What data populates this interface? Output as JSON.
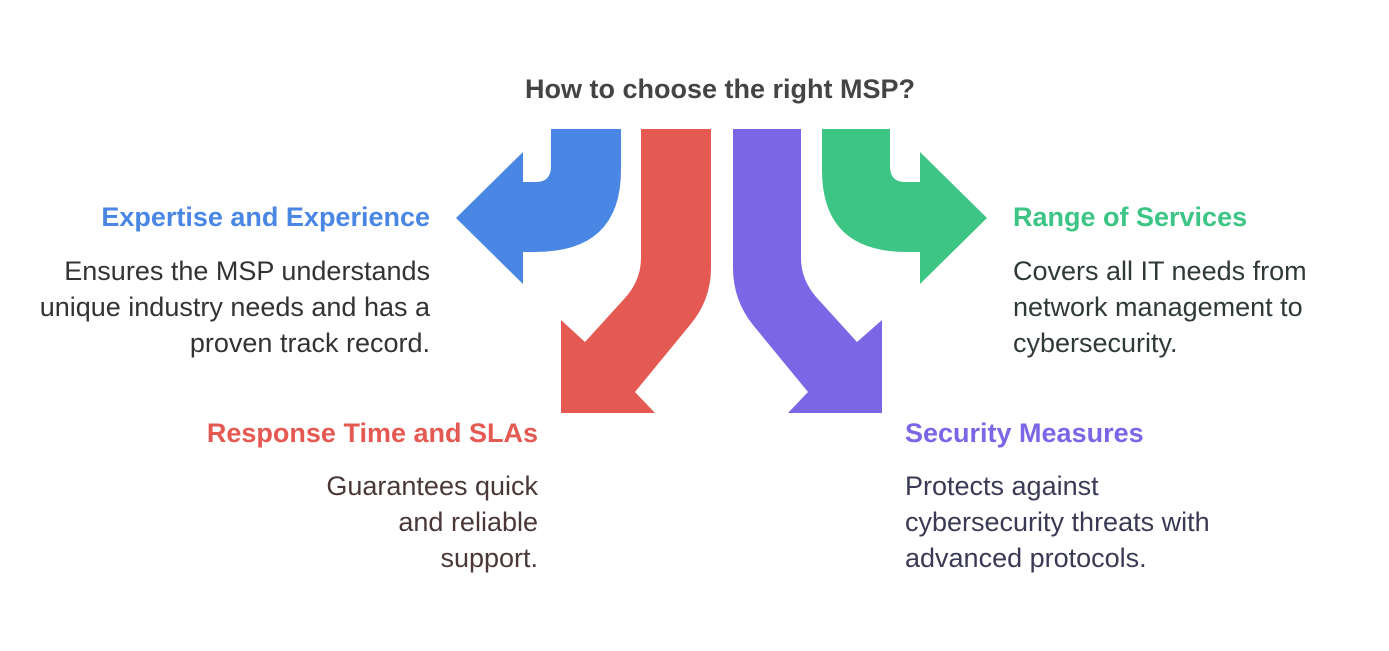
{
  "title": "How to choose the right MSP?",
  "colors": {
    "blue": "#4A86E4",
    "red": "#E55953",
    "purple": "#7B66E6",
    "green": "#3CC584"
  },
  "items": [
    {
      "title": "Expertise and Experience",
      "body": "Ensures the MSP understands unique industry needs and has a proven track record."
    },
    {
      "title": "Response Time and SLAs",
      "body": "Guarantees quick and reliable support."
    },
    {
      "title": "Range of Services",
      "body": "Covers all IT needs from network management to cybersecurity."
    },
    {
      "title": "Security Measures",
      "body": "Protects against cybersecurity threats with advanced protocols."
    }
  ]
}
